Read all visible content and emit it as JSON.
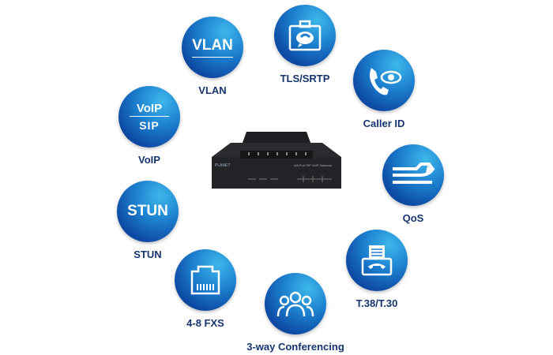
{
  "features": [
    {
      "id": "vlan",
      "label": "VLAN",
      "icon_text": "VLAN",
      "icon": "vlan-text-icon"
    },
    {
      "id": "tls",
      "label": "TLS/SRTP",
      "icon": "secure-briefcase-phone-icon"
    },
    {
      "id": "callerid",
      "label": "Caller ID",
      "icon": "phone-eye-icon"
    },
    {
      "id": "qos",
      "label": "QoS",
      "icon": "priority-arrows-icon"
    },
    {
      "id": "t38",
      "label": "T.38/T.30",
      "icon": "fax-icon"
    },
    {
      "id": "conf",
      "label": "3-way Conferencing",
      "icon": "group-users-icon"
    },
    {
      "id": "fxs",
      "label": "4-8 FXS",
      "icon": "rj11-port-icon"
    },
    {
      "id": "stun",
      "label": "STUN",
      "icon_text": "STUN",
      "icon": "stun-text-icon"
    },
    {
      "id": "voip",
      "label": "VoIP",
      "icon_text": "VoIP",
      "icon_text2": "SIP",
      "icon": "voip-sip-icon"
    }
  ],
  "device": {
    "brand": "PLANET",
    "model_caption": "4/8-Port SIP VoIP Gateway"
  },
  "colors": {
    "circle_dark": "#0a3a8c",
    "circle_light": "#3cb8ea",
    "label": "#16356f"
  }
}
